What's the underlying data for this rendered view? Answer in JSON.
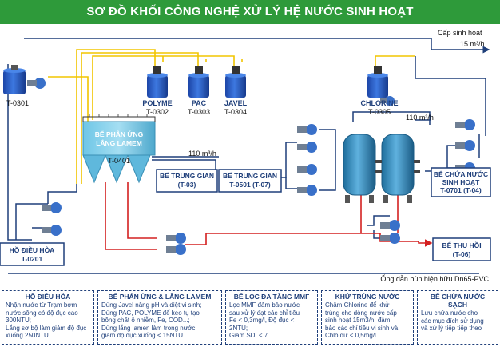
{
  "title": "SƠ ĐỒ KHỐI CÔNG NGHỆ XỬ LÝ HỆ NƯỚC SINH HOẠT",
  "colors": {
    "header_green": "#2e9a3a",
    "flow_blue": "#1f3f7a",
    "dose_yellow": "#f2c500",
    "return_red": "#d42020",
    "tank_blue": "#2b5fc8"
  },
  "labels": {
    "supply_out": "Cấp sinh hoạt",
    "flow_15": "15 m³/h",
    "flow_110_top": "110 m³/h",
    "flow_110_mid": "110 m³/h",
    "t0301": "T-0301",
    "polyme_name": "POLYME",
    "polyme_code": "T-0302",
    "pac_name": "PAC",
    "pac_code": "T-0303",
    "javel_name": "JAVEL",
    "javel_code": "T-0304",
    "chlorine_name": "CHLORINE",
    "chlorine_code": "T-0305",
    "lamem_1": "BỂ PHẢN ỨNG",
    "lamem_2": "LẮNG LAMEM",
    "lamem_code": "T-0401",
    "be_tg1_1": "BỂ TRUNG GIAN",
    "be_tg1_2": "(T-03)",
    "be_tg2_1": "BỂ TRUNG GIAN",
    "be_tg2_2": "T-0501 (T-07)",
    "be_sach_1": "BỂ CHỨA NƯỚC",
    "be_sach_2": "SINH HOẠT",
    "be_sach_3": "T-0701 (T-04)",
    "thu_hoi_1": "BỂ THU HỒI",
    "thu_hoi_2": "(T-06)",
    "dieu_hoa_1": "HỒ ĐIỀU HÒA",
    "dieu_hoa_2": "T-0201",
    "pipe_note": "Ống dẫn bùn hiện hữu Dn65-PVC"
  },
  "cards": [
    {
      "title": "HỒ ĐIỀU HÒA",
      "lines": [
        "Nhận nước từ Trạm bơm",
        "nước sông có độ đục cao",
        "300NTU;",
        "Lắng sơ bộ làm giảm độ đục",
        "xuống 250NTU"
      ]
    },
    {
      "title": "BỂ PHẢN ỨNG & LẮNG LAMEM",
      "lines": [
        "Dùng Javel nâng pH và diệt vi sinh;",
        "Dùng PAC, POLYME để keo tụ tạo",
        "bông chất ô nhiễm, Fe, COD...;",
        "Dùng lắng lamen làm trong nước,",
        "giảm độ đục xuống < 15NTU"
      ]
    },
    {
      "title": "BỂ LỌC ĐA TẦNG MMF",
      "lines": [
        "Lọc MMF đảm bảo nước",
        "sau xử lý đạt các chỉ tiêu",
        "Fe < 0,3mg/l, Độ đục <",
        "2NTU;",
        "Giảm SDI < 7"
      ]
    },
    {
      "title": "KHỬ TRÙNG NƯỚC",
      "lines": [
        "Châm Chlorine để khử",
        "trùng cho dòng nước cấp",
        "sinh hoạt 15m3/h, đảm",
        "bảo các chỉ tiêu vi sinh và",
        "Chlo dư < 0,5mg/l"
      ]
    },
    {
      "title": "BỂ CHỨA NƯỚC SẠCH",
      "lines": [
        "Lưu chứa nước cho",
        "các mục đích sử dụng",
        "và xử lý tiếp tiếp theo"
      ]
    }
  ]
}
